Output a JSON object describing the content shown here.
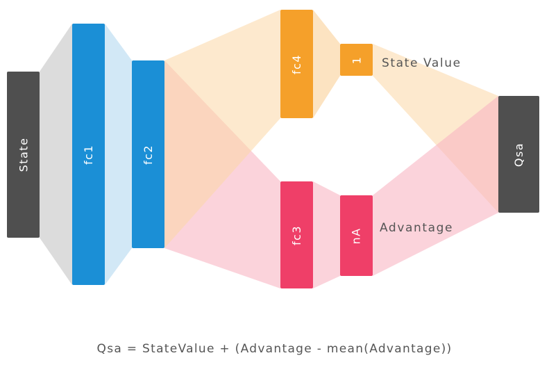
{
  "nodes": {
    "state": "State",
    "fc1": "fc1",
    "fc2": "fc2",
    "fc4": "fc4",
    "value_out": "1",
    "fc3": "fc3",
    "adv_out": "nA",
    "qsa": "Qsa"
  },
  "labels": {
    "state_value": "State Value",
    "advantage": "Advantage"
  },
  "formula": "Qsa = StateValue + (Advantage - mean(Advantage))",
  "colors": {
    "dark": "#4f4f4f",
    "blue": "#1b8fd6",
    "orange": "#f5a02a",
    "pink": "#ef3f68"
  }
}
